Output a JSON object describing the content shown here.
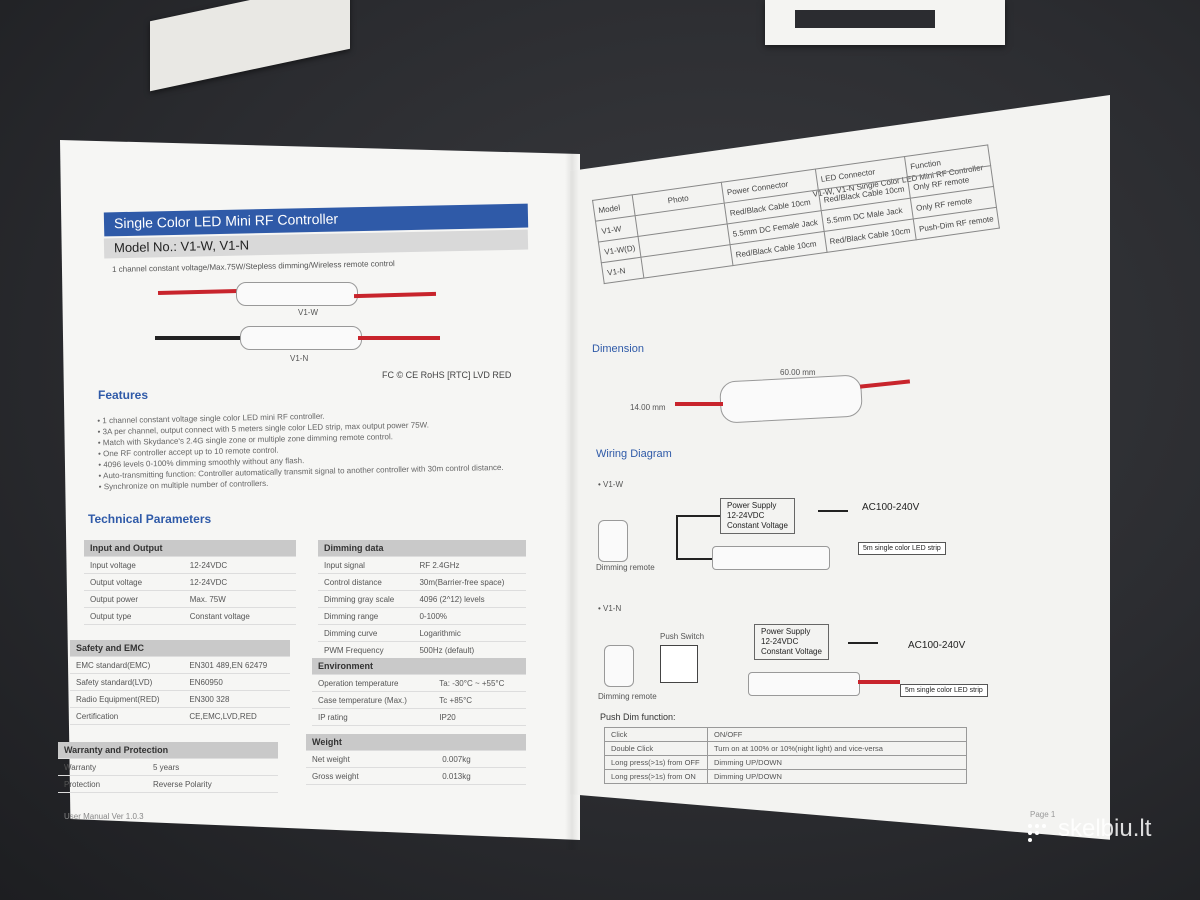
{
  "left": {
    "title": "Single Color LED Mini RF Controller",
    "model": "Model No.: V1-W, V1-N",
    "subtitle": "1 channel constant voltage/Max.75W/Stepless dimming/Wireless remote control",
    "device_labels": [
      "V1-W",
      "V1-N"
    ],
    "cert_marks": "FC  ©  CE  RoHS  [RTC]  LVD  RED",
    "features_heading": "Features",
    "features": [
      "1 channel constant voltage single color LED mini RF controller.",
      "3A per channel, output connect with 5 meters single color LED strip, max output power 75W.",
      "Match with Skydance's 2.4G single zone or multiple zone dimming remote control.",
      "One RF controller accept up to 10 remote control.",
      "4096 levels 0-100% dimming smoothly without any flash.",
      "Auto-transmitting function: Controller automatically transmit signal to another controller with 30m control distance.",
      "Synchronize on multiple number of controllers."
    ],
    "tech_heading": "Technical Parameters",
    "input_output": {
      "heading": "Input and Output",
      "rows": [
        [
          "Input voltage",
          "12-24VDC"
        ],
        [
          "Output voltage",
          "12-24VDC"
        ],
        [
          "Output power",
          "Max. 75W"
        ],
        [
          "Output type",
          "Constant voltage"
        ]
      ]
    },
    "dimming": {
      "heading": "Dimming data",
      "rows": [
        [
          "Input signal",
          "RF 2.4GHz"
        ],
        [
          "Control distance",
          "30m(Barrier-free space)"
        ],
        [
          "Dimming gray scale",
          "4096 (2^12) levels"
        ],
        [
          "Dimming range",
          "0-100%"
        ],
        [
          "Dimming curve",
          "Logarithmic"
        ],
        [
          "PWM Frequency",
          "500Hz (default)"
        ]
      ]
    },
    "safety": {
      "heading": "Safety and EMC",
      "rows": [
        [
          "EMC standard(EMC)",
          "EN301 489,EN 62479"
        ],
        [
          "Safety standard(LVD)",
          "EN60950"
        ],
        [
          "Radio Equipment(RED)",
          "EN300 328"
        ],
        [
          "Certification",
          "CE,EMC,LVD,RED"
        ]
      ]
    },
    "environment": {
      "heading": "Environment",
      "rows": [
        [
          "Operation temperature",
          "Ta: -30°C ~ +55°C"
        ],
        [
          "Case temperature (Max.)",
          "Tc +85°C"
        ],
        [
          "IP rating",
          "IP20"
        ]
      ]
    },
    "warranty": {
      "heading": "Warranty and Protection",
      "rows": [
        [
          "Warranty",
          "5 years"
        ],
        [
          "Protection",
          "Reverse Polarity"
        ]
      ]
    },
    "weight": {
      "heading": "Weight",
      "rows": [
        [
          "Net weight",
          "0.007kg"
        ],
        [
          "Gross weight",
          "0.013kg"
        ]
      ]
    },
    "footer": "User Manual Ver 1.0.3"
  },
  "right": {
    "corner_title": "V1-W, V1-N   Single Color LED Mini RF Controller",
    "model_table": {
      "headers": [
        "Model",
        "Photo",
        "Power Connector",
        "LED Connector",
        "Function"
      ],
      "rows": [
        [
          "V1-W",
          "",
          "Red/Black Cable 10cm",
          "Red/Black Cable 10cm",
          "Only RF remote"
        ],
        [
          "V1-W(D)",
          "",
          "5.5mm DC Female Jack",
          "5.5mm DC Male Jack",
          "Only RF remote"
        ],
        [
          "V1-N",
          "",
          "Red/Black Cable 10cm",
          "Red/Black Cable 10cm",
          "Push-Dim RF remote"
        ]
      ]
    },
    "dimension_heading": "Dimension",
    "dim_length": "60.00 mm",
    "dim_height": "14.00 mm",
    "wiring_heading": "Wiring Diagram",
    "v1w_label": "• V1-W",
    "v1n_label": "• V1-N",
    "power_supply": [
      "Power Supply",
      "12-24VDC",
      "Constant Voltage"
    ],
    "ac_label": "AC100-240V",
    "strip_label": "5m single color LED strip",
    "remote_label": "Dimming remote",
    "push_switch_label": "Push Switch",
    "push_dim_heading": "Push Dim function:",
    "push_dim_rows": [
      [
        "Click",
        "ON/OFF"
      ],
      [
        "Double Click",
        "Turn on at 100% or 10%(night light) and vice-versa"
      ],
      [
        "Long press(>1s) from OFF",
        "Dimming UP/DOWN"
      ],
      [
        "Long press(>1s) from ON",
        "Dimming UP/DOWN"
      ]
    ],
    "page_no": "Page 1"
  },
  "watermark": "skelbiu.lt",
  "colors": {
    "accent_blue": "#2f5aa8",
    "cable_red": "#c8242c",
    "paper": "#f5f5f3",
    "desk": "#2b2c30"
  }
}
